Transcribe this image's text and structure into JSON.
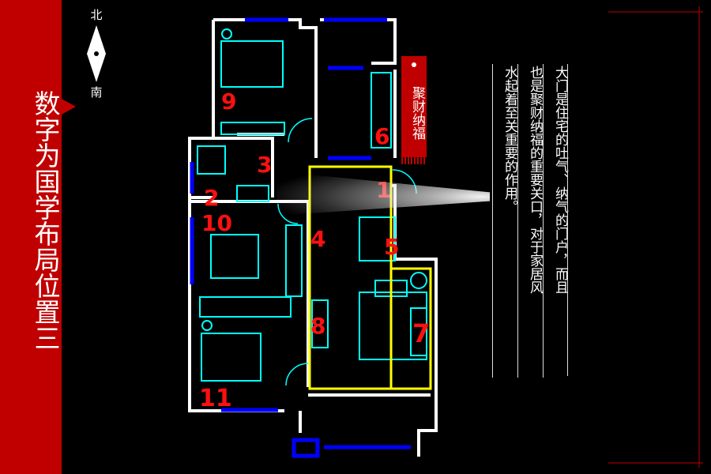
{
  "title": "数字为国学布局位置三",
  "compass": {
    "north": "北",
    "south": "南"
  },
  "banner": {
    "text": "聚财纳福"
  },
  "description_columns": [
    "大门是住宅的吐气、纳气的门户，而且",
    "也是聚财纳福的重要关口，对于家居风",
    "水起着至关重要的作用。"
  ],
  "room_labels": [
    "1",
    "2",
    "3",
    "4",
    "5",
    "6",
    "7",
    "8",
    "9",
    "10",
    "11"
  ],
  "colors": {
    "sidebar": "#c00000",
    "wall": "#ffffff",
    "furniture": "#00ffff",
    "window": "#0000ff",
    "highlight": "#ffff00",
    "label": "#ff1010"
  }
}
